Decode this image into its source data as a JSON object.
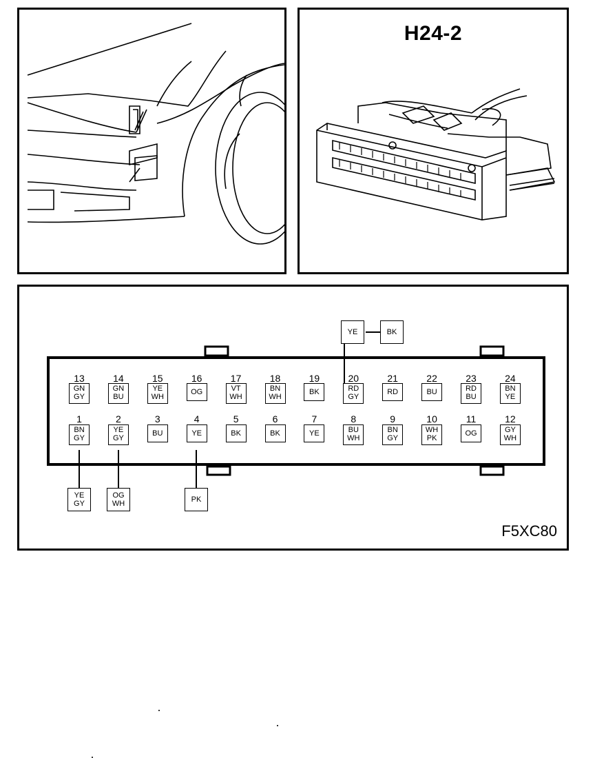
{
  "connector": {
    "id": "H24-2",
    "figure_code": "F5XC80"
  },
  "pins_top": [
    {
      "num": "13",
      "colors": [
        "GN",
        "GY"
      ]
    },
    {
      "num": "14",
      "colors": [
        "GN",
        "BU"
      ]
    },
    {
      "num": "15",
      "colors": [
        "YE",
        "WH"
      ]
    },
    {
      "num": "16",
      "colors": [
        "OG"
      ]
    },
    {
      "num": "17",
      "colors": [
        "VT",
        "WH"
      ]
    },
    {
      "num": "18",
      "colors": [
        "BN",
        "WH"
      ]
    },
    {
      "num": "19",
      "colors": [
        "BK"
      ]
    },
    {
      "num": "20",
      "colors": [
        "RD",
        "GY"
      ]
    },
    {
      "num": "21",
      "colors": [
        "RD"
      ]
    },
    {
      "num": "22",
      "colors": [
        "BU"
      ]
    },
    {
      "num": "23",
      "colors": [
        "RD",
        "BU"
      ]
    },
    {
      "num": "24",
      "colors": [
        "BN",
        "YE"
      ]
    }
  ],
  "pins_bottom": [
    {
      "num": "1",
      "colors": [
        "BN",
        "GY"
      ]
    },
    {
      "num": "2",
      "colors": [
        "YE",
        "GY"
      ]
    },
    {
      "num": "3",
      "colors": [
        "BU"
      ]
    },
    {
      "num": "4",
      "colors": [
        "YE"
      ]
    },
    {
      "num": "5",
      "colors": [
        "BK"
      ]
    },
    {
      "num": "6",
      "colors": [
        "BK"
      ]
    },
    {
      "num": "7",
      "colors": [
        "YE"
      ]
    },
    {
      "num": "8",
      "colors": [
        "BU",
        "WH"
      ]
    },
    {
      "num": "9",
      "colors": [
        "BN",
        "GY"
      ]
    },
    {
      "num": "10",
      "colors": [
        "WH",
        "PK"
      ]
    },
    {
      "num": "11",
      "colors": [
        "OG"
      ]
    },
    {
      "num": "12",
      "colors": [
        "GY",
        "WH"
      ]
    }
  ],
  "external_wires": {
    "pin20_a": [
      "YE"
    ],
    "pin20_b": [
      "BK"
    ],
    "pin1": [
      "YE",
      "GY"
    ],
    "pin2": [
      "OG",
      "WH"
    ],
    "pin4": [
      "PK"
    ]
  }
}
